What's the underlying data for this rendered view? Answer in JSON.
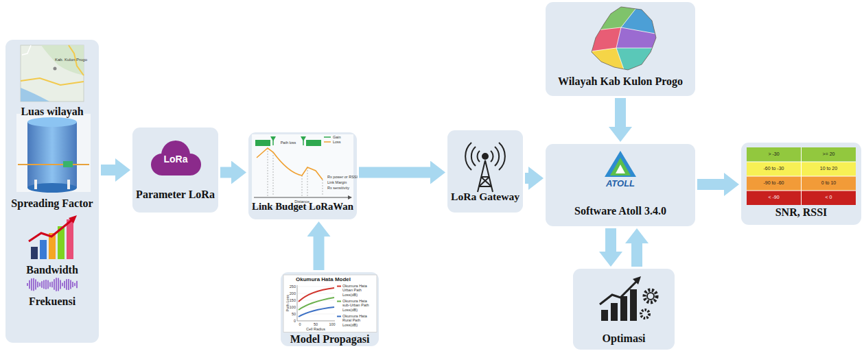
{
  "diagram": {
    "nodes": [
      {
        "text": [
          "Luas wilayah",
          "Spreading Factor",
          "Bandwidth",
          "Frekuensi"
        ]
      },
      {
        "text": [
          "Parameter LoRa"
        ]
      },
      {
        "text": [
          "Link Budget LoRaWan"
        ]
      },
      {
        "text": [
          "Model Propagasi"
        ]
      },
      {
        "text": [
          "LoRa Gateway"
        ]
      },
      {
        "text": [
          "Wilayah Kab Kulon Progo"
        ]
      },
      {
        "text": [
          "Software Atoll 3.4.0"
        ]
      },
      {
        "text": [
          "Optimasi"
        ]
      },
      {
        "text": [
          "SNR, RSSI"
        ]
      }
    ],
    "edges": [
      {
        "from": 0,
        "to": 1,
        "arrow": "to"
      },
      {
        "from": 1,
        "to": 2,
        "arrow": "to"
      },
      {
        "from": 3,
        "to": 2,
        "arrow": "to"
      },
      {
        "from": 2,
        "to": 4,
        "arrow": "to"
      },
      {
        "from": 4,
        "to": 6,
        "arrow": "to"
      },
      {
        "from": 5,
        "to": 6,
        "arrow": "to"
      },
      {
        "from": 6,
        "to": 8,
        "arrow": "to"
      },
      {
        "from": 6,
        "to": 7,
        "arrow": "to"
      },
      {
        "from": 7,
        "to": 6,
        "arrow": "to"
      }
    ],
    "labels": [
      "Kab. Kulon Progo",
      "LoRa",
      "Gain",
      "Loss",
      "Path loss",
      "Rx power or RSSI",
      "Link Margin",
      "Rx sensitivity",
      "Distance",
      "Okumura Hata Model",
      "Path Loss",
      "250",
      "200",
      "150",
      "100",
      "50",
      "0",
      "0",
      "50",
      "100",
      "Cell Radius",
      "Okumura Hata Urban Path Loss(dB)",
      "Okumura Hata sub-Urban Path Loss(dB)",
      "Okumura Hata Rural Path Loss(dB)",
      "ATOLL",
      "> -30",
      ">= 20",
      "-60 to -30",
      "10 to 20",
      "-90 to -60",
      "0 to 10",
      "< -90",
      "< 0"
    ]
  }
}
